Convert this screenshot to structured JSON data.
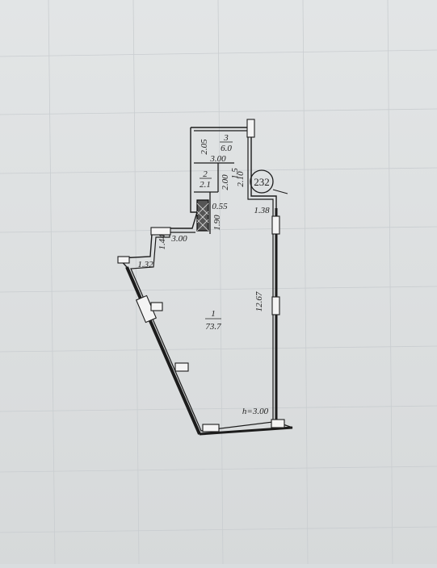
{
  "plan": {
    "height_label": "h=3.00",
    "apartment_number": "232",
    "rooms": [
      {
        "number": "1",
        "area": "73.7"
      },
      {
        "number": "2",
        "area": "2.1"
      },
      {
        "number": "3",
        "area": "6.0"
      }
    ],
    "dimensions": {
      "room3_left": "2.05",
      "room3_width": "3.00",
      "room2_right": "2.00",
      "corridor_width": "1.5",
      "entry_side": "2.10",
      "shaft_width": "0.55",
      "shaft_height": "1.90",
      "entry_offset": "1.38",
      "step_height": "1.44",
      "step_width": "3.00",
      "left_offset": "1.32",
      "right_wall": "12.67"
    }
  }
}
